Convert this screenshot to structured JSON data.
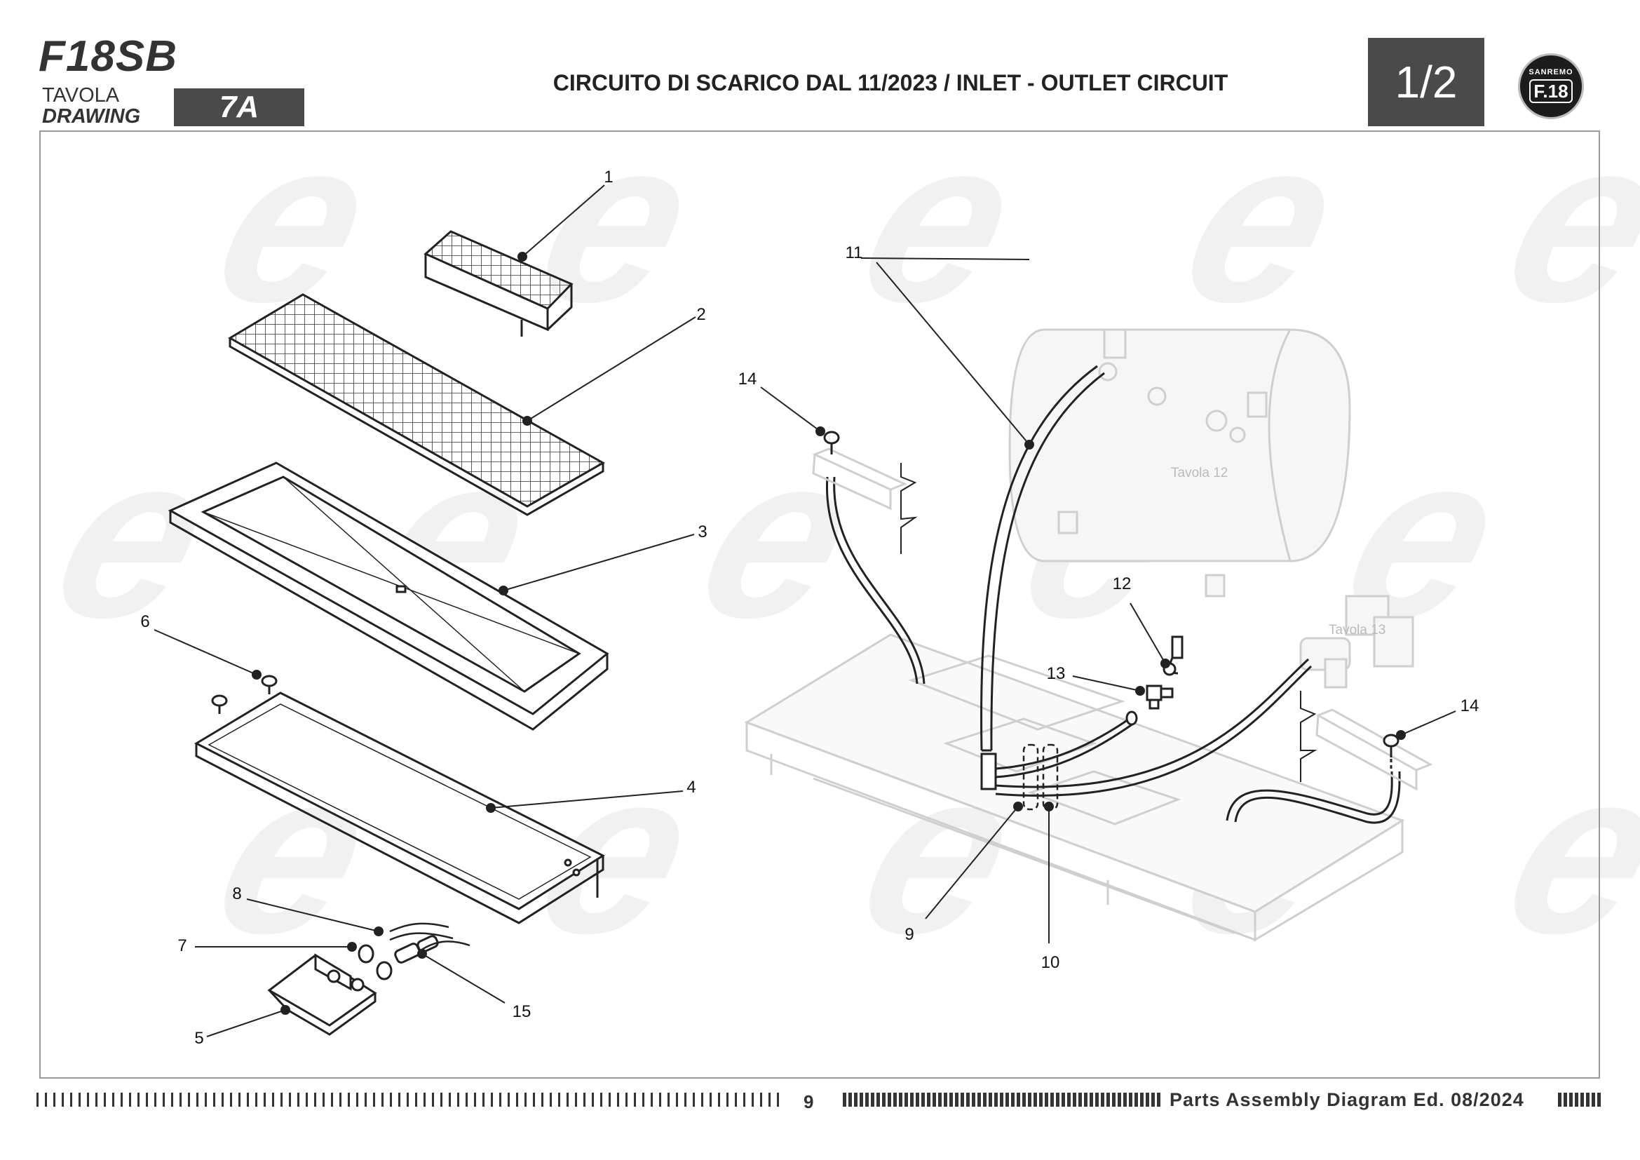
{
  "header": {
    "model": "F18SB",
    "tavola_label": "TAVOLA",
    "drawing_label": "DRAWING",
    "drawing_code": "7A",
    "title": "CIRCUITO DI SCARICO DAL 11/2023 / INLET - OUTLET CIRCUIT",
    "page_fraction": "1/2",
    "logo_brand": "SANREMO",
    "logo_mark": "F.18"
  },
  "diagram": {
    "callouts": [
      "1",
      "2",
      "3",
      "4",
      "5",
      "6",
      "7",
      "8",
      "9",
      "10",
      "11",
      "12",
      "13",
      "14",
      "14",
      "15"
    ],
    "ghost_labels": [
      "Tavola 12",
      "Tavola 13"
    ]
  },
  "footer": {
    "page_number": "9",
    "note": "Parts Assembly Diagram Ed. 08/2024"
  },
  "colors": {
    "dark_box": "#4a4a4a",
    "line": "#222222",
    "ghost": "#cfcfcf",
    "watermark": "#f1f1f1"
  }
}
